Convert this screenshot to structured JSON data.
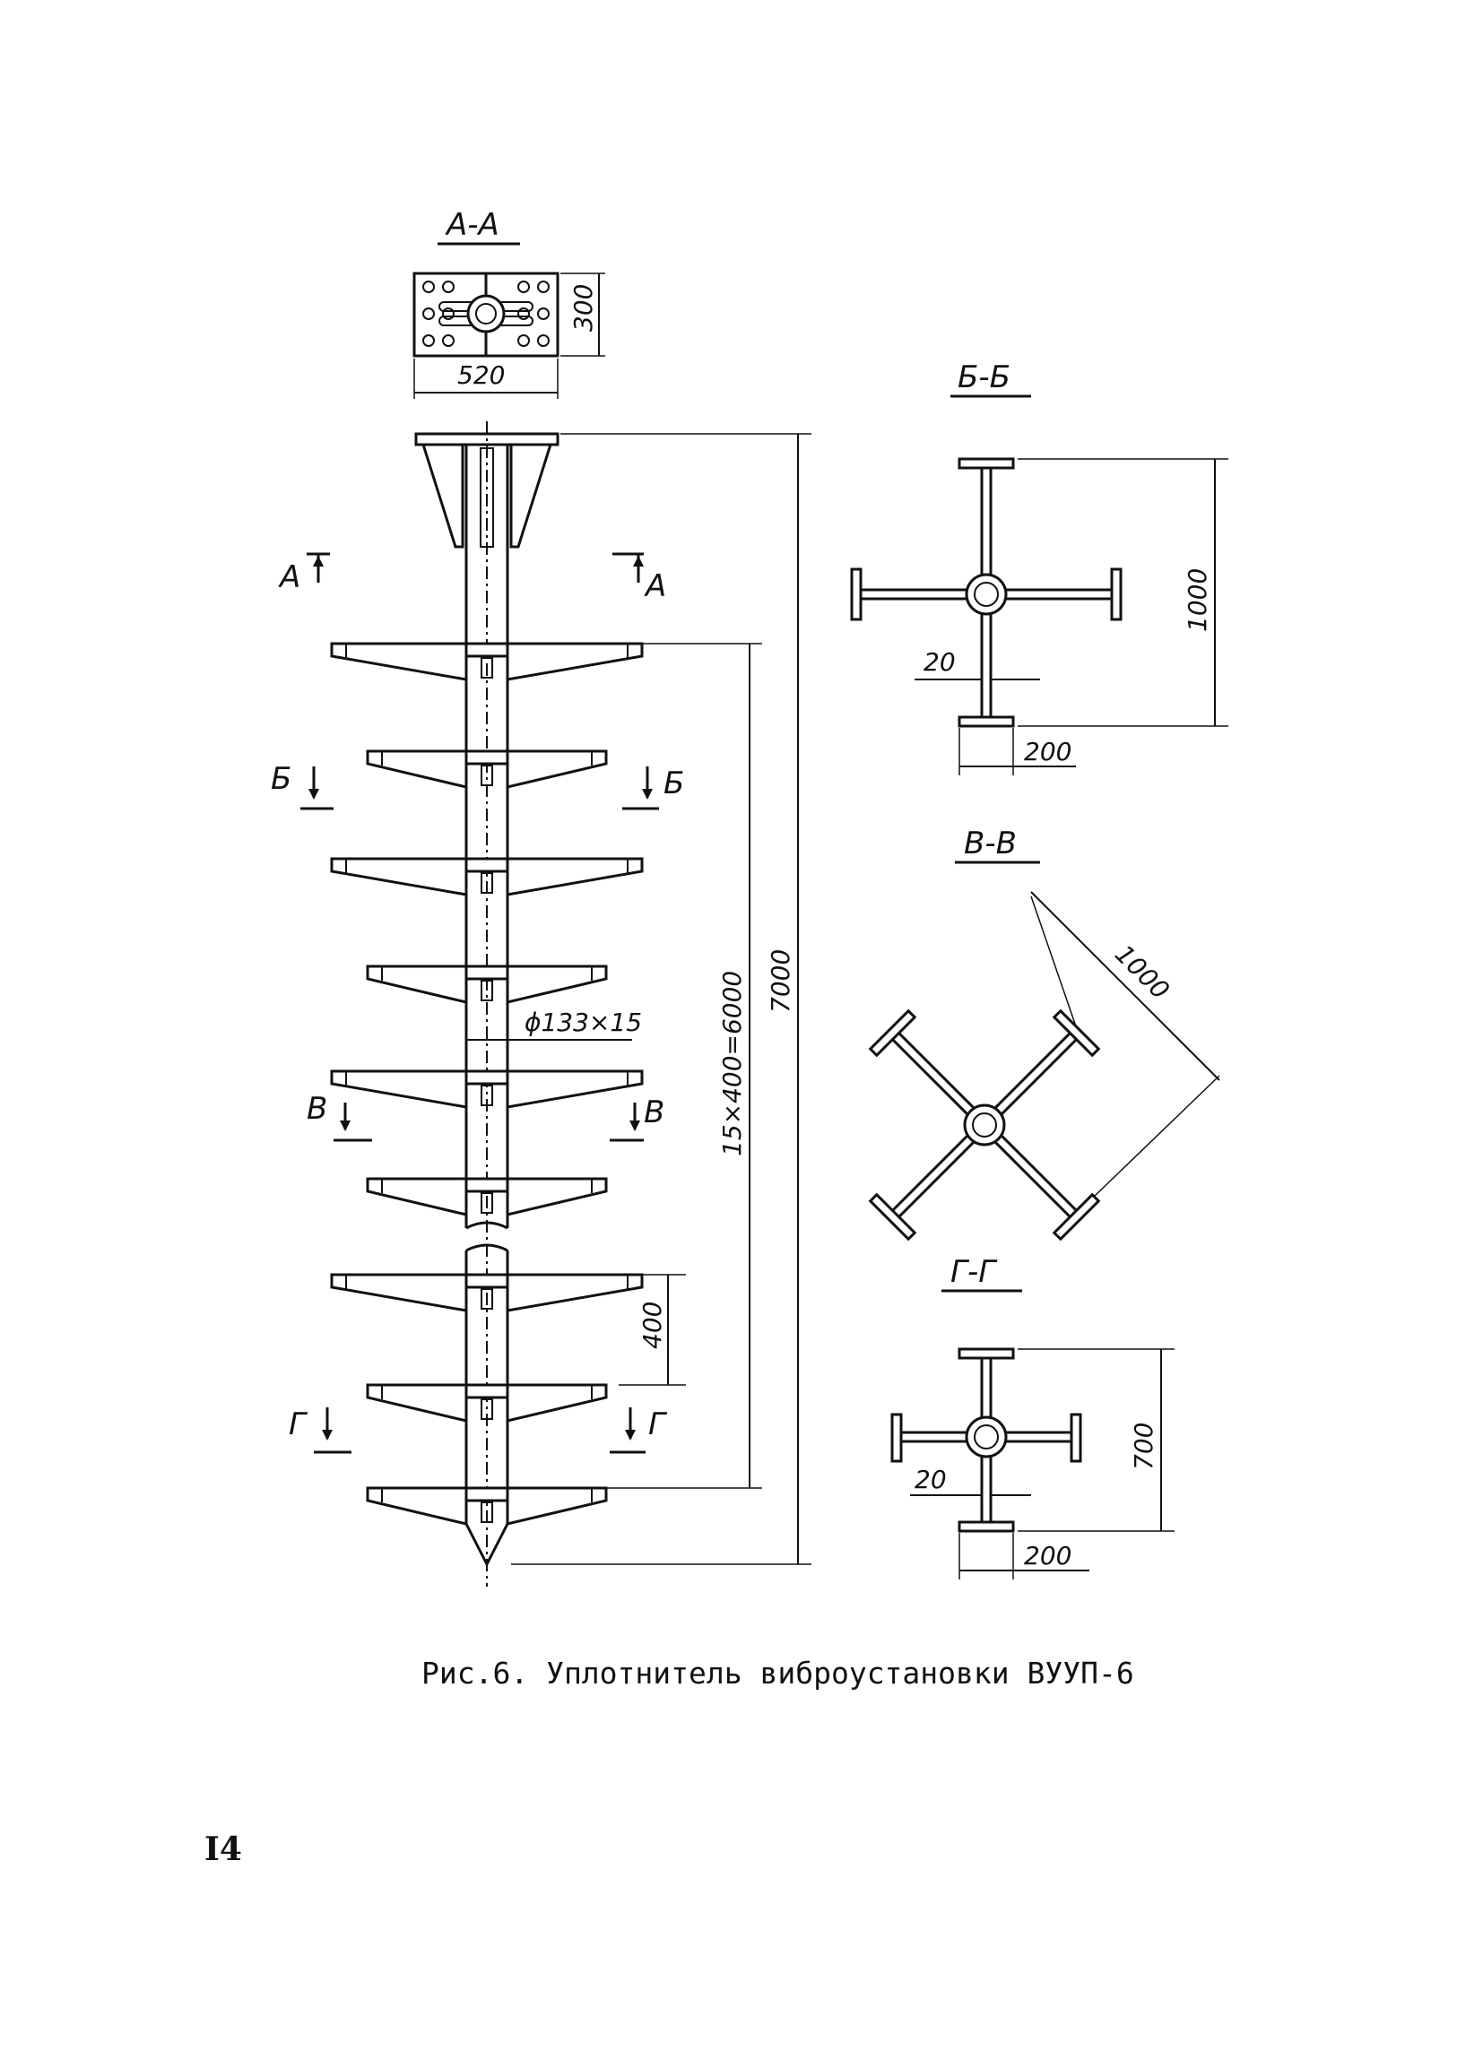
{
  "labels": {
    "section_aa": "А-А",
    "section_bb": "Б-Б",
    "section_vv": "В-В",
    "section_gg": "Г-Г",
    "cut_a": "А",
    "cut_b": "Б",
    "cut_v": "В",
    "cut_g": "Г"
  },
  "dimensions": {
    "plate_width": "520",
    "plate_height": "300",
    "total_length": "7000",
    "blade_span": "15×400=6000",
    "blade_step": "400",
    "pipe": "ϕ133×15",
    "bb_size": "1000",
    "bb_plate": "200",
    "bb_thickness": "20",
    "vv_size": "1000",
    "gg_size": "700",
    "gg_plate": "200",
    "gg_thickness": "20"
  },
  "caption": "Рис.6. Уплотнитель виброустановки ВУУП-6",
  "page_number": "I4"
}
